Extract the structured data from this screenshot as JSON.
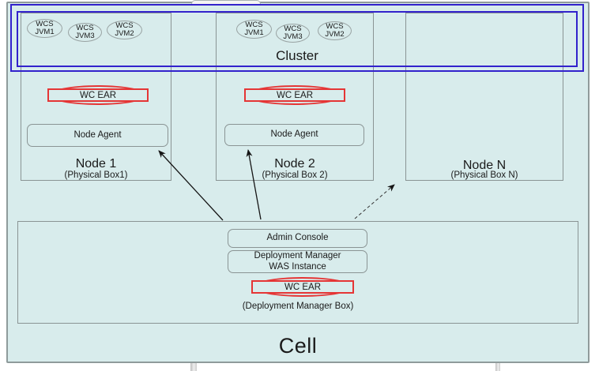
{
  "cluster": {
    "label": "Cluster"
  },
  "nodes": [
    {
      "name": "Node 1",
      "box_label": "(Physical Box1)",
      "jvms": [
        {
          "line1": "WCS",
          "line2": "JVM1"
        },
        {
          "line1": "WCS",
          "line2": "JVM3"
        },
        {
          "line1": "WCS",
          "line2": "JVM2"
        }
      ],
      "ear_label": "WC EAR",
      "agent_label": "Node Agent"
    },
    {
      "name": "Node 2",
      "box_label": "(Physical Box 2)",
      "jvms": [
        {
          "line1": "WCS",
          "line2": "JVM1"
        },
        {
          "line1": "WCS",
          "line2": "JVM3"
        },
        {
          "line1": "WCS",
          "line2": "JVM2"
        }
      ],
      "ear_label": "WC EAR",
      "agent_label": "Node Agent"
    },
    {
      "name": "Node N",
      "box_label": "(Physical Box N)"
    }
  ],
  "deployment_manager": {
    "admin_console_label": "Admin Console",
    "was_instance_line1": "Deployment Manager",
    "was_instance_line2": "WAS Instance",
    "ear_label": "WC EAR",
    "caption": "(Deployment Manager Box)"
  },
  "cell_label": "Cell",
  "colors": {
    "background": "#d8ecec",
    "cluster_border": "#3222cc",
    "ear_border": "#e53535",
    "box_border": "#8a9494",
    "cell_border": "#8f9b9b",
    "arrow": "#151515"
  }
}
